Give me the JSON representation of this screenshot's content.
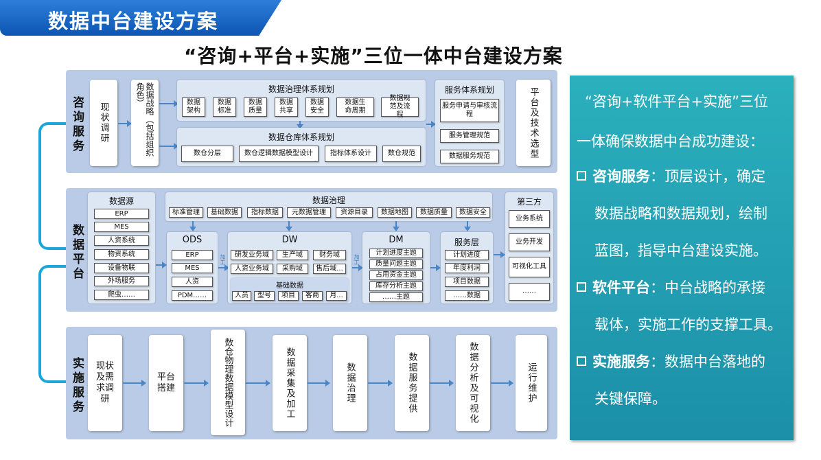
{
  "header": {
    "title": "数据中台建设方案"
  },
  "main_title": "“咨询+平台+实施”三位一体中台建设方案",
  "consult": {
    "label": "咨询服务",
    "research": "现状调研",
    "strategy": "数据战略（包括组织角色）",
    "gov_title": "数据治理体系规划",
    "gov_items": [
      "数据架构",
      "数据标准",
      "数据质量",
      "数据共享",
      "数据安全",
      "数据生命周期",
      "数据规范及流程"
    ],
    "wh_title": "数据仓库体系规划",
    "wh_items": [
      "数仓分层",
      "数仓逻辑数据模型设计",
      "指标体系设计",
      "数仓规范"
    ],
    "svc_title": "服务体系规划",
    "svc_items": [
      "服务申请与审核流程",
      "服务管理规范",
      "数据服务规范"
    ],
    "tech": "平台及技术选型"
  },
  "platform": {
    "label": "数据平台",
    "sources_title": "数据源",
    "sources": [
      "ERP",
      "MES",
      "人资系统",
      "物资系统",
      "设备物联",
      "外场服务",
      "爬虫……"
    ],
    "gov_title": "数据治理",
    "gov_items": [
      "标准管理",
      "基础数据",
      "指标数据",
      "元数据管理",
      "资源目录",
      "数据地图",
      "数据质量",
      "数据安全"
    ],
    "ods_title": "ODS",
    "ods_items": [
      "ERP",
      "MES",
      "人资",
      "PDM……"
    ],
    "proc1": "加工",
    "dw_title": "DW",
    "dw_row1": [
      "研发业务域",
      "生产域",
      "财务域"
    ],
    "dw_row2": [
      "人资业务域",
      "采购域",
      "售后域..."
    ],
    "base_title": "基础数据",
    "base_items": [
      "人员",
      "型号",
      "项目",
      "客商",
      "月..."
    ],
    "proc2": "加工",
    "dm_title": "DM",
    "dm_items": [
      "计划进度主题",
      "质量问题主题",
      "占用资金主题",
      "库存分析主题",
      "……主题"
    ],
    "svc_title": "服务层",
    "svc_items": [
      "计划进度",
      "年度利润",
      "项目数据",
      "……数据"
    ],
    "third_title": "第三方",
    "third_items": [
      "业务系统",
      "业务开发",
      "可视化工具",
      "……"
    ]
  },
  "impl": {
    "label": "实施服务",
    "steps": [
      "现状及需求调研",
      "平台搭建",
      "数仓物理数据模型设计",
      "数据采集及加工",
      "数据治理",
      "数据服务提供",
      "数据分析及可视化",
      "运行维护"
    ]
  },
  "info": {
    "intro1": "“咨询+软件平台+实施”三位",
    "intro2": "一体确保数据中台成功建设：",
    "b1_title": "咨询服务",
    "b1_text1": "：顶层设计，确定",
    "b1_text2": "数据战略和数据规划，绘制",
    "b1_text3": "蓝图，指导中台建设实施。",
    "b2_title": "软件平台",
    "b2_text1": "：中台战略的承接",
    "b2_text2": "载体，实施工作的支撑工具。",
    "b3_title": "实施服务",
    "b3_text1": "：数据中台落地的",
    "b3_text2": "关键保障。"
  }
}
